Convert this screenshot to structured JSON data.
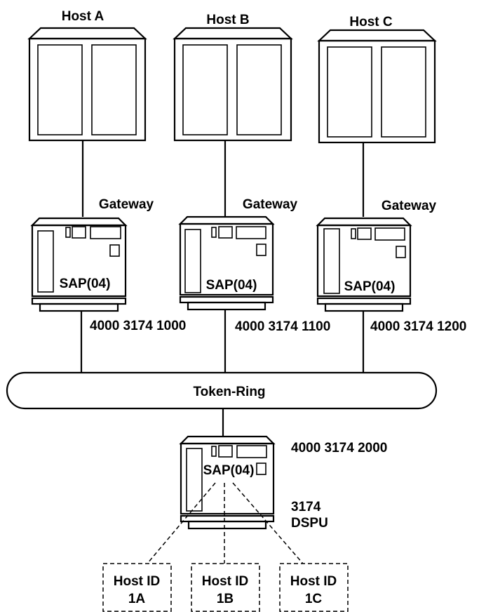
{
  "hosts": [
    {
      "label": "Host A",
      "gateway_label": "Gateway",
      "sap": "SAP(04)",
      "address": "4000 3174 1000"
    },
    {
      "label": "Host B",
      "gateway_label": "Gateway",
      "sap": "SAP(04)",
      "address": "4000 3174 1100"
    },
    {
      "label": "Host C",
      "gateway_label": "Gateway",
      "sap": "SAP(04)",
      "address": "4000 3174 1200"
    }
  ],
  "ring": {
    "label": "Token-Ring"
  },
  "dspu": {
    "sap": "SAP(04)",
    "address": "4000 3174 2000",
    "type_line1": "3174",
    "type_line2": "DSPU"
  },
  "host_ids": [
    {
      "line1": "Host ID",
      "line2": "1A"
    },
    {
      "line1": "Host ID",
      "line2": "1B"
    },
    {
      "line1": "Host ID",
      "line2": "1C"
    }
  ]
}
